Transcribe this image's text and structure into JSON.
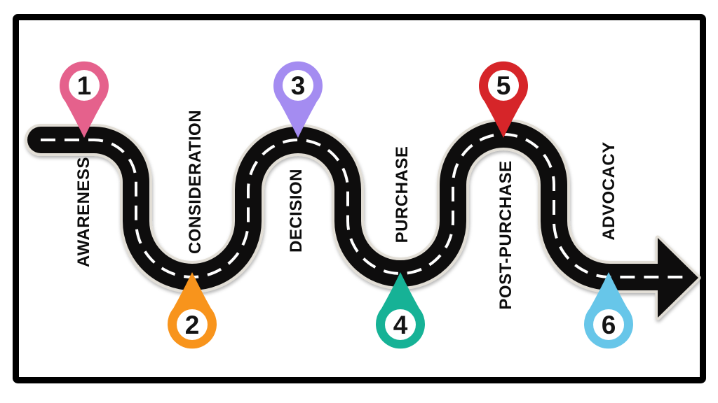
{
  "diagram": {
    "kind": "customer-journey-road-map",
    "background": "#ffffff",
    "frame": {
      "color": "#000000"
    },
    "road": {
      "surface_color": "#0e0d0d",
      "casing_color": "#e2ded6",
      "centerline_color": "#ffffff"
    },
    "stages": [
      {
        "num": "1",
        "label": "AWARENESS",
        "color": "#e5618c",
        "pin_direction": "down"
      },
      {
        "num": "2",
        "label": "CONSIDERATION",
        "color": "#f8941c",
        "pin_direction": "up"
      },
      {
        "num": "3",
        "label": "DECISION",
        "color": "#a48cf1",
        "pin_direction": "down"
      },
      {
        "num": "4",
        "label": "PURCHASE",
        "color": "#16b296",
        "pin_direction": "up"
      },
      {
        "num": "5",
        "label": "POST-PURCHASE",
        "color": "#d62529",
        "pin_direction": "down"
      },
      {
        "num": "6",
        "label": "ADVOCACY",
        "color": "#67c6e9",
        "pin_direction": "up"
      }
    ]
  }
}
